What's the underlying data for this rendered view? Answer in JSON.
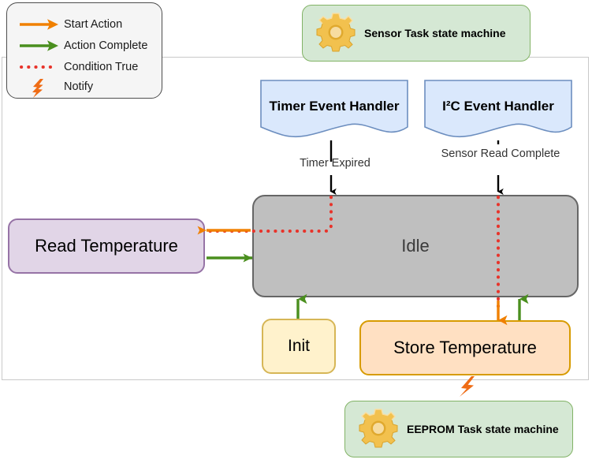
{
  "legend": {
    "items": [
      {
        "icon": "orange-arrow-icon",
        "label": "Start Action",
        "color": "#f08000"
      },
      {
        "icon": "green-arrow-icon",
        "label": "Action Complete",
        "color": "#4a8f1e"
      },
      {
        "icon": "red-dotted-line-icon",
        "label": "Condition True",
        "color": "#e8332a"
      },
      {
        "icon": "lightning-bolt-icon",
        "label": "Notify",
        "color": "#ef6c15"
      }
    ]
  },
  "task_machines": {
    "sensor": {
      "label": "Sensor Task state machine",
      "icon": "gear-icon"
    },
    "eeprom": {
      "label": "EEPROM Task state machine",
      "icon": "gear-icon"
    }
  },
  "handlers": {
    "timer": {
      "label": "Timer Event Handler",
      "edge_label": "Timer Expired"
    },
    "i2c": {
      "label": "I²C Event Handler",
      "edge_label": "Sensor Read Complete"
    }
  },
  "states": {
    "idle": {
      "label": "Idle"
    },
    "read_temperature": {
      "label": "Read Temperature"
    },
    "init": {
      "label": "Init"
    },
    "store_temperature": {
      "label": "Store Temperature"
    }
  },
  "colors": {
    "idle_fill": "#bfbfbf",
    "idle_stroke": "#666666",
    "read_fill": "#e1d5e7",
    "read_stroke": "#9673a6",
    "init_fill": "#fff2cc",
    "init_stroke": "#d6b656",
    "store_fill": "#ffe0c2",
    "store_stroke": "#d79b00",
    "handler_fill": "#dae8fc",
    "handler_stroke": "#6c8ebf",
    "task_fill": "#d5e8d4",
    "task_stroke": "#82b366",
    "start_action": "#f08000",
    "action_complete": "#4a8f1e",
    "condition_true": "#e8332a",
    "notify": "#ef6c15"
  }
}
